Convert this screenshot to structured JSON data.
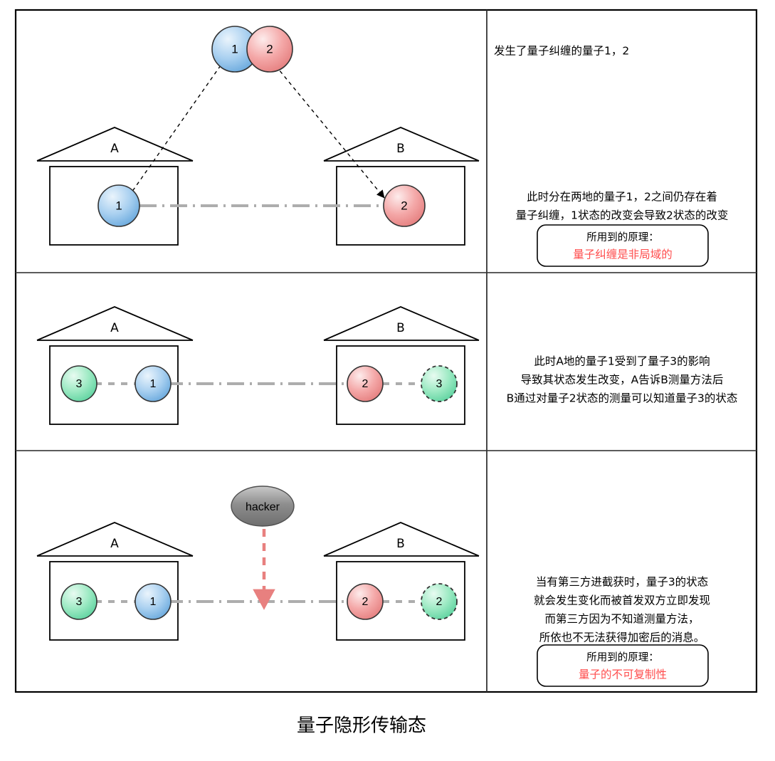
{
  "figure": {
    "caption": "量子隐形传输态",
    "frame_color": "#000000",
    "background": "#ffffff"
  },
  "colors": {
    "blue": "#9ec9ec",
    "blue_dark": "#5b9bd5",
    "red": "#f2a0a0",
    "red_dark": "#e06666",
    "green": "#90e8bf",
    "green_dark": "#4cc38a",
    "gray_link": "#adadad",
    "hacker_gray": "#8c8c8c",
    "accent_red_text": "#ff4d4d",
    "arrow_red": "#e8807f",
    "text": "#000000"
  },
  "panels": [
    {
      "id": "panel-1",
      "houses": [
        {
          "label": "A",
          "side": "left"
        },
        {
          "label": "B",
          "side": "right"
        }
      ],
      "source_qubits": [
        {
          "label": "1",
          "color": "blue"
        },
        {
          "label": "2",
          "color": "red"
        }
      ],
      "house_qubits": [
        {
          "label": "1",
          "color": "blue",
          "border": "solid"
        },
        {
          "label": "2",
          "color": "red",
          "border": "solid"
        }
      ],
      "texts": [
        {
          "id": "note-top",
          "lines": [
            "发生了量子纠缠的量子1，2"
          ],
          "align": "left"
        },
        {
          "id": "note-mid",
          "lines": [
            "此时分在两地的量子1，2之间仍存在着",
            "量子纠缠，1状态的改变会导致2状态的改变"
          ],
          "align": "center"
        }
      ],
      "principle_box": {
        "title": "所用到的原理：",
        "value": "量子纠缠是非局域的"
      }
    },
    {
      "id": "panel-2",
      "houses": [
        {
          "label": "A",
          "side": "left"
        },
        {
          "label": "B",
          "side": "right"
        }
      ],
      "house_qubits": [
        {
          "label": "3",
          "color": "green",
          "border": "solid",
          "house": "A",
          "pos": "outer"
        },
        {
          "label": "1",
          "color": "blue",
          "border": "solid",
          "house": "A",
          "pos": "inner"
        },
        {
          "label": "2",
          "color": "red",
          "border": "solid",
          "house": "B",
          "pos": "inner"
        },
        {
          "label": "3",
          "color": "green",
          "border": "dashed",
          "house": "B",
          "pos": "outer"
        }
      ],
      "texts": [
        {
          "id": "note",
          "lines": [
            "此时A地的量子1受到了量子3的影响",
            "导致其状态发生改变，A告诉B测量方法后",
            "B通过对量子2状态的测量可以知道量子3的状态"
          ],
          "align": "center"
        }
      ],
      "principle_box": null
    },
    {
      "id": "panel-3",
      "houses": [
        {
          "label": "A",
          "side": "left"
        },
        {
          "label": "B",
          "side": "right"
        }
      ],
      "hacker": {
        "label": "hacker"
      },
      "house_qubits": [
        {
          "label": "3",
          "color": "green",
          "border": "solid",
          "house": "A",
          "pos": "outer"
        },
        {
          "label": "1",
          "color": "blue",
          "border": "solid",
          "house": "A",
          "pos": "inner"
        },
        {
          "label": "2",
          "color": "red",
          "border": "solid",
          "house": "B",
          "pos": "inner"
        },
        {
          "label": "2",
          "color": "green",
          "border": "dashed",
          "house": "B",
          "pos": "outer"
        }
      ],
      "texts": [
        {
          "id": "note",
          "lines": [
            "当有第三方进截获时，量子3的状态",
            "就会发生变化而被首发双方立即发现",
            "而第三方因为不知道测量方法，",
            "所依也不无法获得加密后的消息。"
          ],
          "align": "center"
        }
      ],
      "principle_box": {
        "title": "所用到的原理：",
        "value": "量子的不可复制性"
      }
    }
  ]
}
